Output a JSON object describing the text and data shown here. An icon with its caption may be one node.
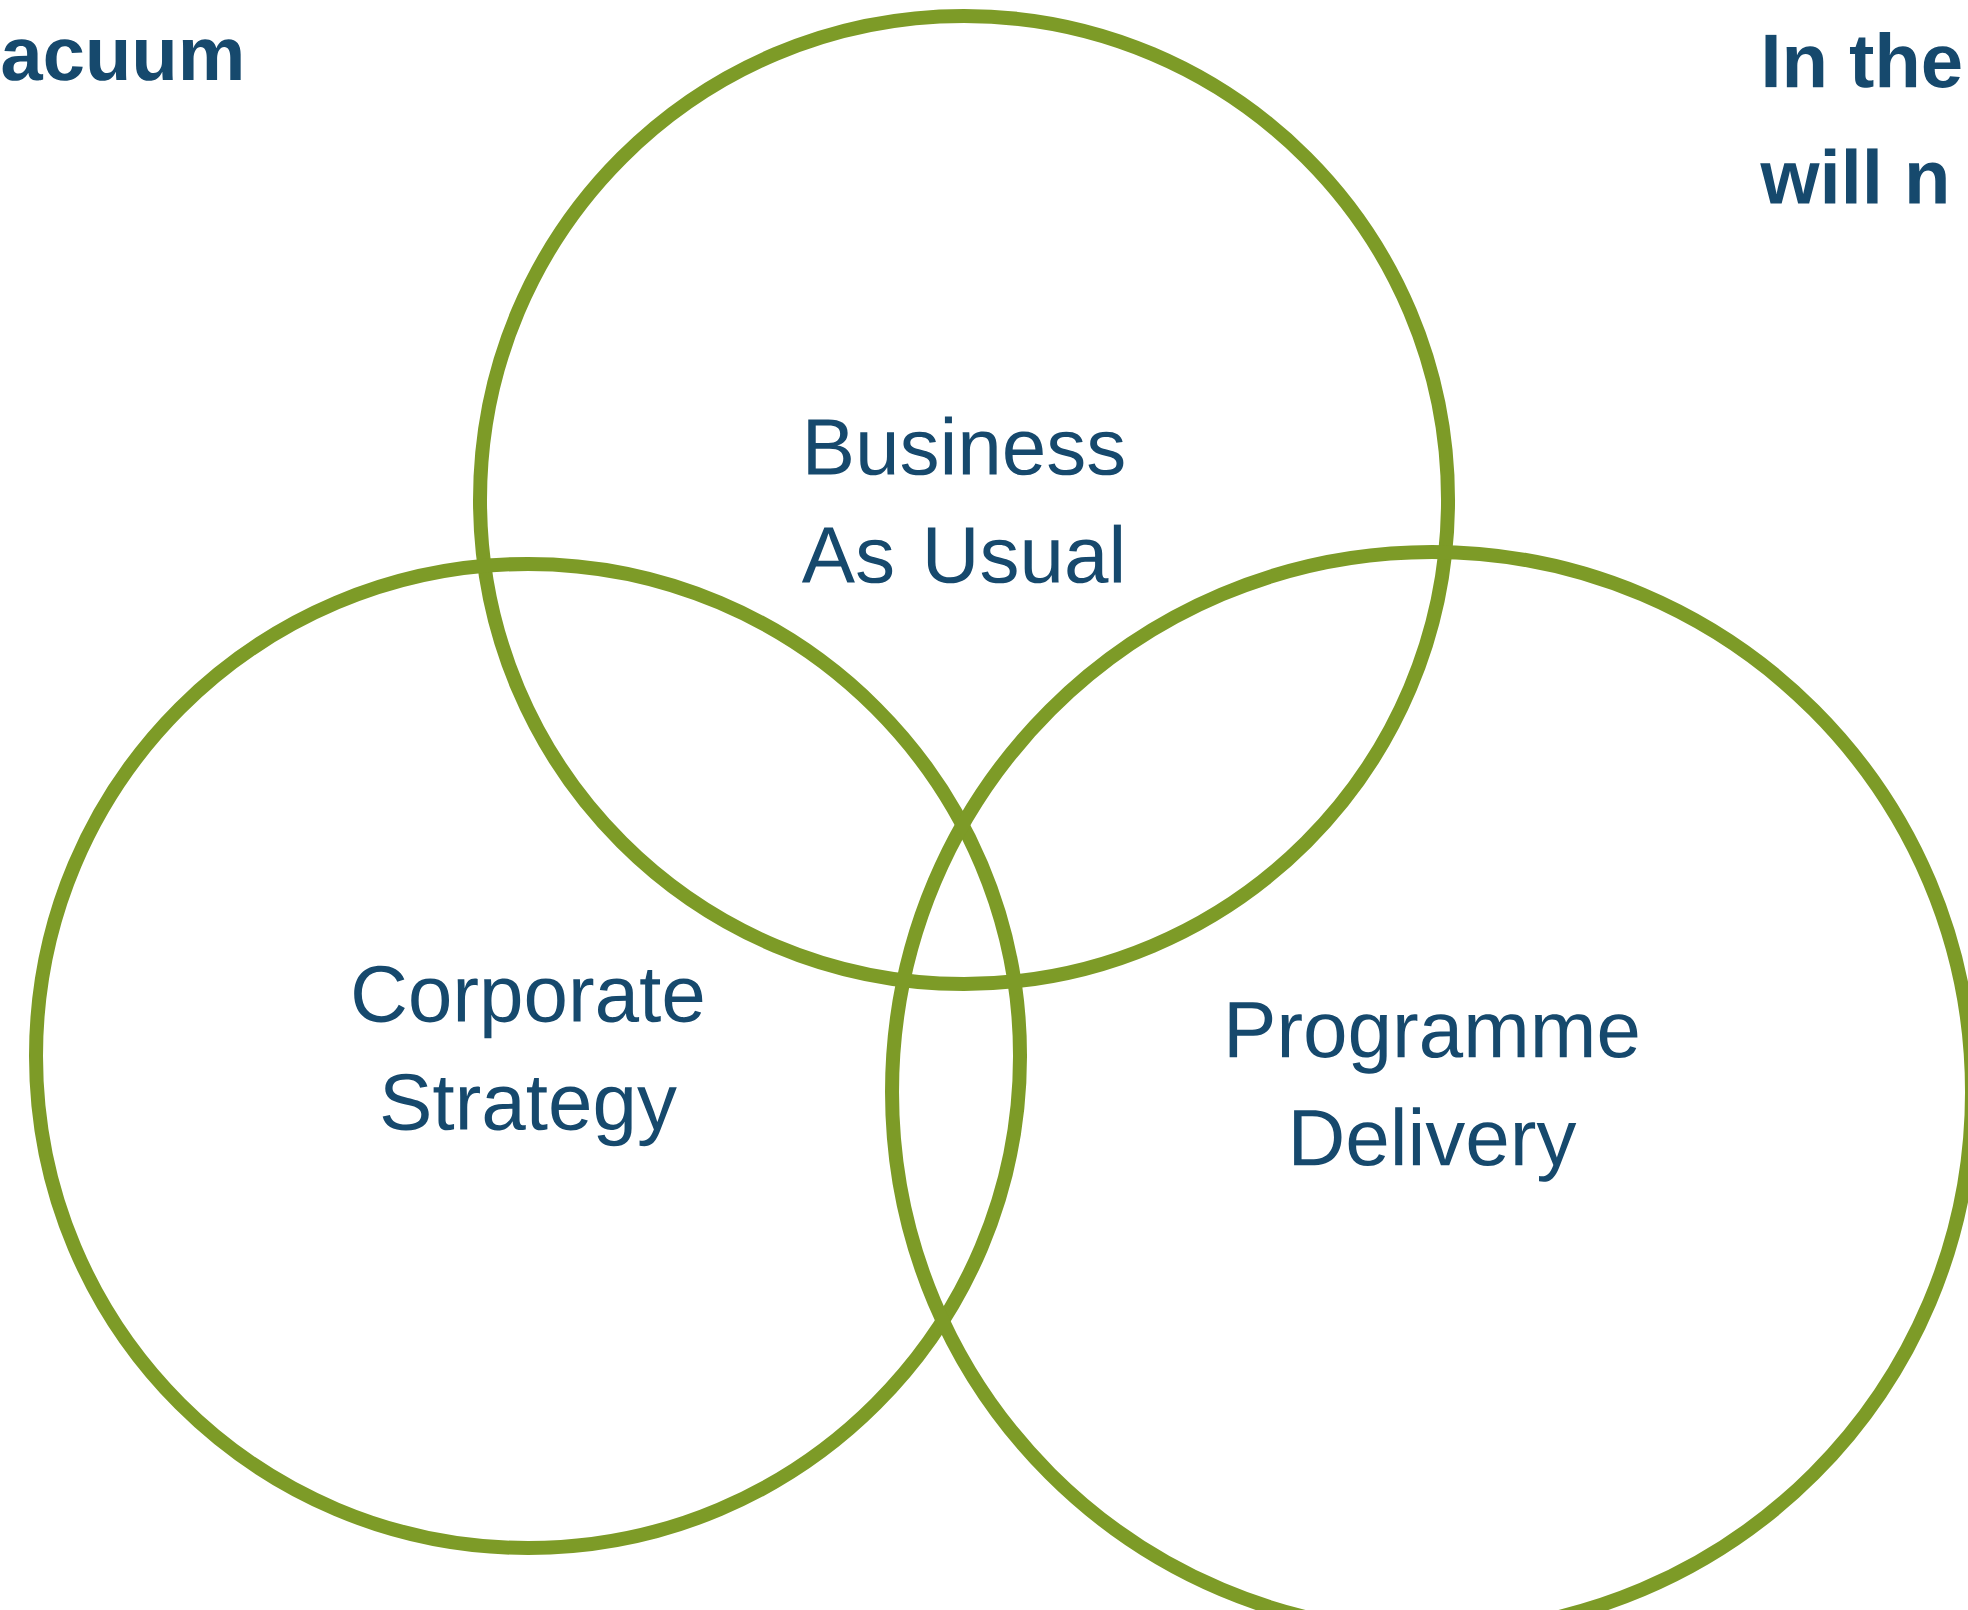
{
  "diagram": {
    "nodes": [
      {
        "text": [
          "Business As Usual"
        ]
      },
      {
        "text": [
          "Corporate Strategy"
        ]
      },
      {
        "text": [
          "Programme Delivery"
        ]
      }
    ],
    "labels": [
      "acuum",
      "In the",
      "will n"
    ]
  }
}
